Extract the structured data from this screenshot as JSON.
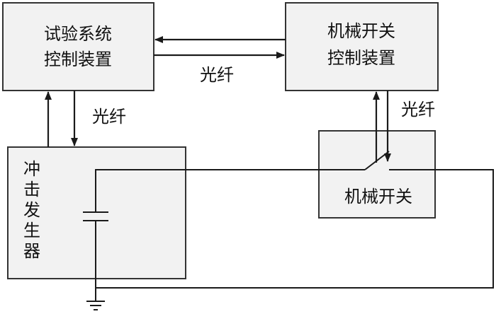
{
  "blocks": {
    "test_control": {
      "lines": [
        "试验系统",
        "控制装置"
      ]
    },
    "mech_control": {
      "lines": [
        "机械开关",
        "控制装置"
      ]
    },
    "impulse_generator": {
      "chars": [
        "冲",
        "击",
        "发",
        "生",
        "器"
      ]
    },
    "mech_switch": {
      "label": "机械开关"
    }
  },
  "fiber_labels": {
    "top_link": "光纤",
    "left_link": "光纤",
    "right_link": "光纤"
  }
}
